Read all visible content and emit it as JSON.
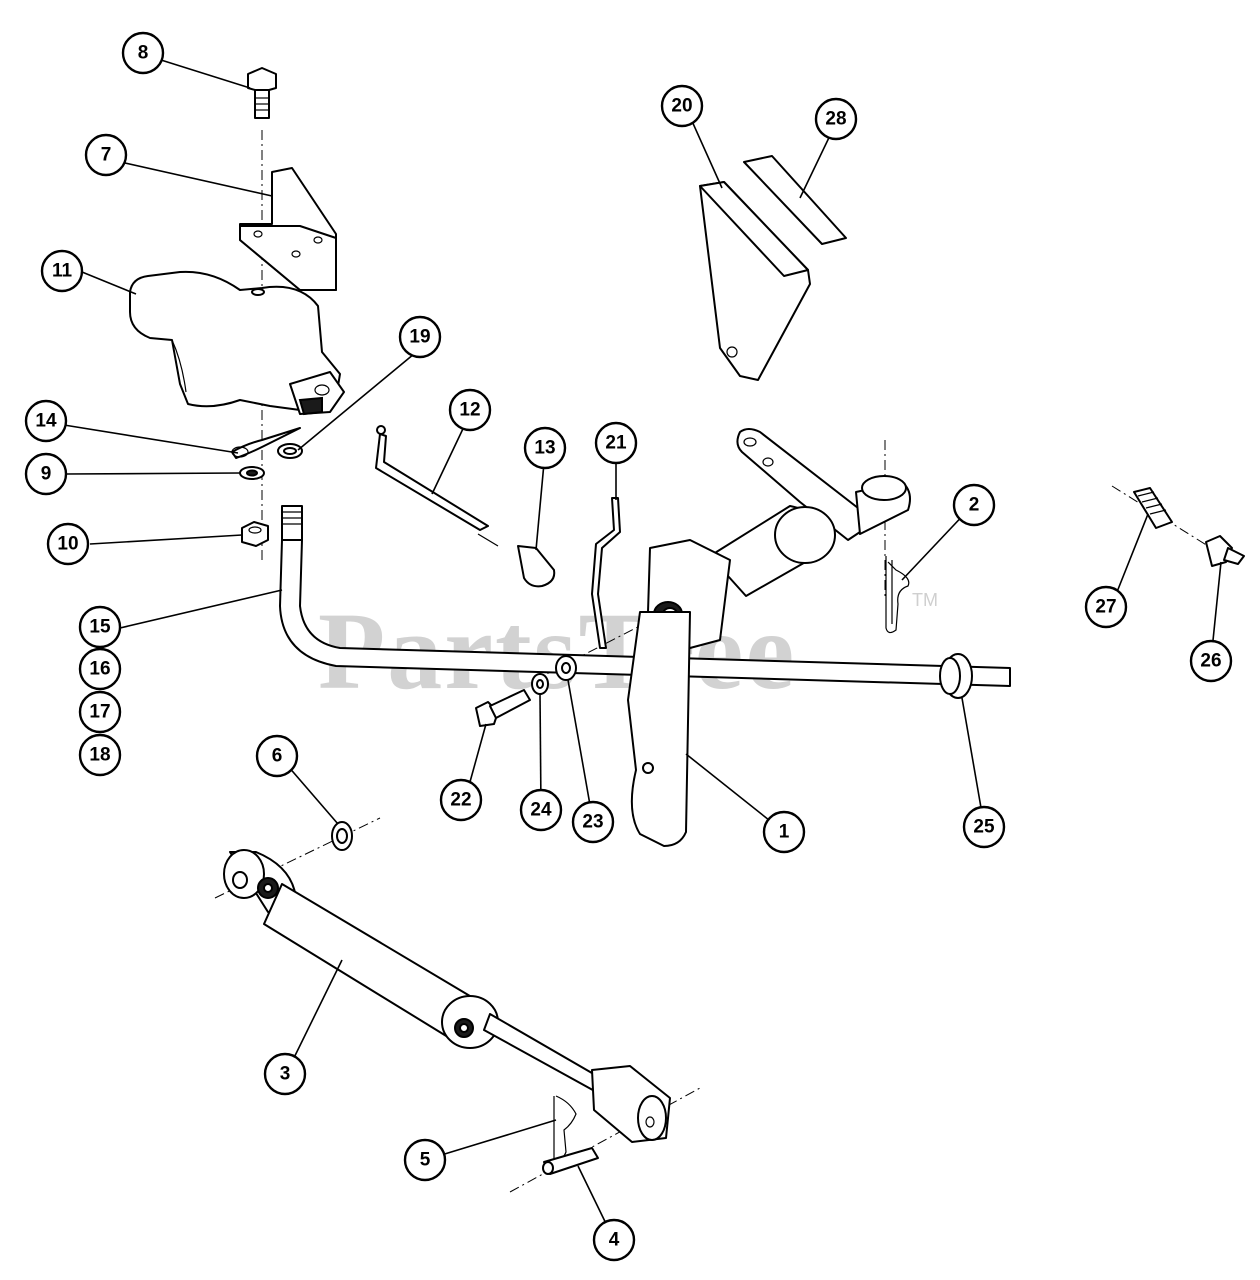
{
  "watermark": {
    "text": "PartsTree",
    "tm": "TM"
  },
  "callouts": [
    {
      "id": "c8",
      "label": "8"
    },
    {
      "id": "c7",
      "label": "7"
    },
    {
      "id": "c11",
      "label": "11"
    },
    {
      "id": "c14",
      "label": "14"
    },
    {
      "id": "c9",
      "label": "9"
    },
    {
      "id": "c10",
      "label": "10"
    },
    {
      "id": "c15",
      "label": "15"
    },
    {
      "id": "c16",
      "label": "16"
    },
    {
      "id": "c17",
      "label": "17"
    },
    {
      "id": "c18",
      "label": "18"
    },
    {
      "id": "c19",
      "label": "19"
    },
    {
      "id": "c12",
      "label": "12"
    },
    {
      "id": "c13",
      "label": "13"
    },
    {
      "id": "c21",
      "label": "21"
    },
    {
      "id": "c20",
      "label": "20"
    },
    {
      "id": "c28",
      "label": "28"
    },
    {
      "id": "c2",
      "label": "2"
    },
    {
      "id": "c27",
      "label": "27"
    },
    {
      "id": "c26",
      "label": "26"
    },
    {
      "id": "c22",
      "label": "22"
    },
    {
      "id": "c24",
      "label": "24"
    },
    {
      "id": "c23",
      "label": "23"
    },
    {
      "id": "c1",
      "label": "1"
    },
    {
      "id": "c25",
      "label": "25"
    },
    {
      "id": "c6",
      "label": "6"
    },
    {
      "id": "c3",
      "label": "3"
    },
    {
      "id": "c5",
      "label": "5"
    },
    {
      "id": "c4",
      "label": "4"
    }
  ]
}
